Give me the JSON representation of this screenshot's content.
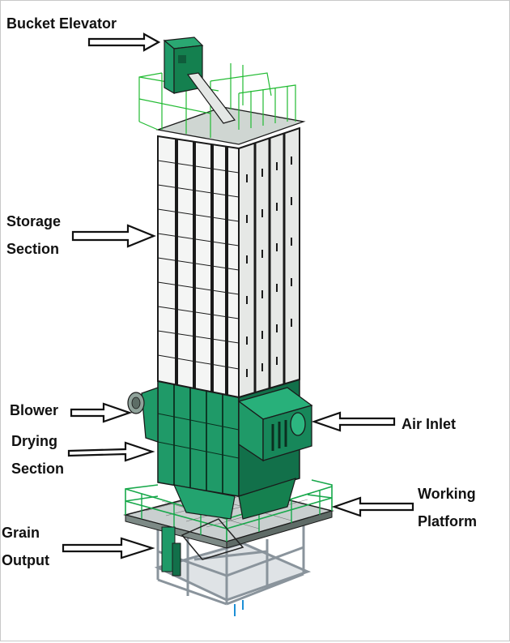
{
  "labels": {
    "bucket_elevator": "Bucket Elevator",
    "storage_line1": "Storage",
    "storage_line2": "Section",
    "blower": "Blower",
    "drying_line1": "Drying",
    "drying_line2": "Section",
    "grain_line1": "Grain",
    "grain_line2": "Output",
    "air_inlet": "Air Inlet",
    "working_line1": "Working",
    "working_line2": "Platform"
  },
  "colors": {
    "panel_white": "#f4f5f4",
    "panel_white_side": "#e6e8e6",
    "outline_dark": "#1a1a1a",
    "machine_green": "#1f9a68",
    "machine_green_dark": "#12704a",
    "railing_green": "#22cc22",
    "frame_gray": "#9aa3ab",
    "background": "#ffffff"
  }
}
